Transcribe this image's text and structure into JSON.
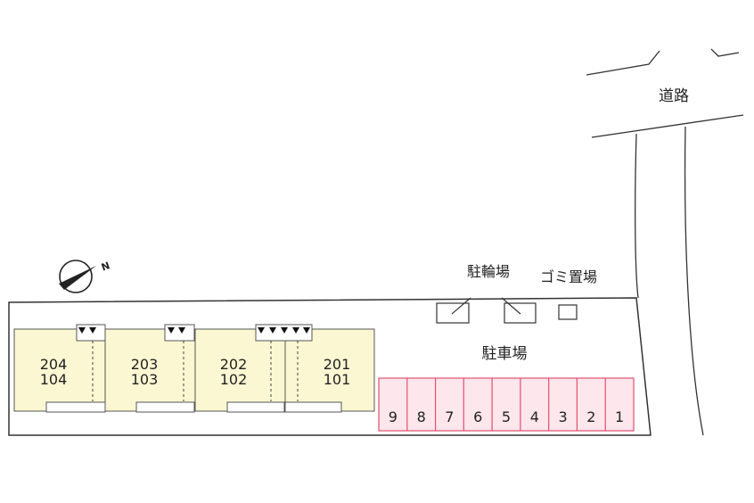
{
  "labels": {
    "road": "道路",
    "bicycle_parking": "駐輪場",
    "garbage_area": "ゴミ置場",
    "parking": "駐車場",
    "compass_mark": "N"
  },
  "units": [
    {
      "upper": "204",
      "lower": "104"
    },
    {
      "upper": "203",
      "lower": "103"
    },
    {
      "upper": "202",
      "lower": "102"
    },
    {
      "upper": "201",
      "lower": "101"
    }
  ],
  "parking_spaces": [
    "9",
    "8",
    "7",
    "6",
    "5",
    "4",
    "3",
    "2",
    "1"
  ],
  "colors": {
    "building_fill": "#fbf7d2",
    "parking_fill": "#fde6ec",
    "parking_stroke": "#e0506e",
    "line": "#333333"
  }
}
